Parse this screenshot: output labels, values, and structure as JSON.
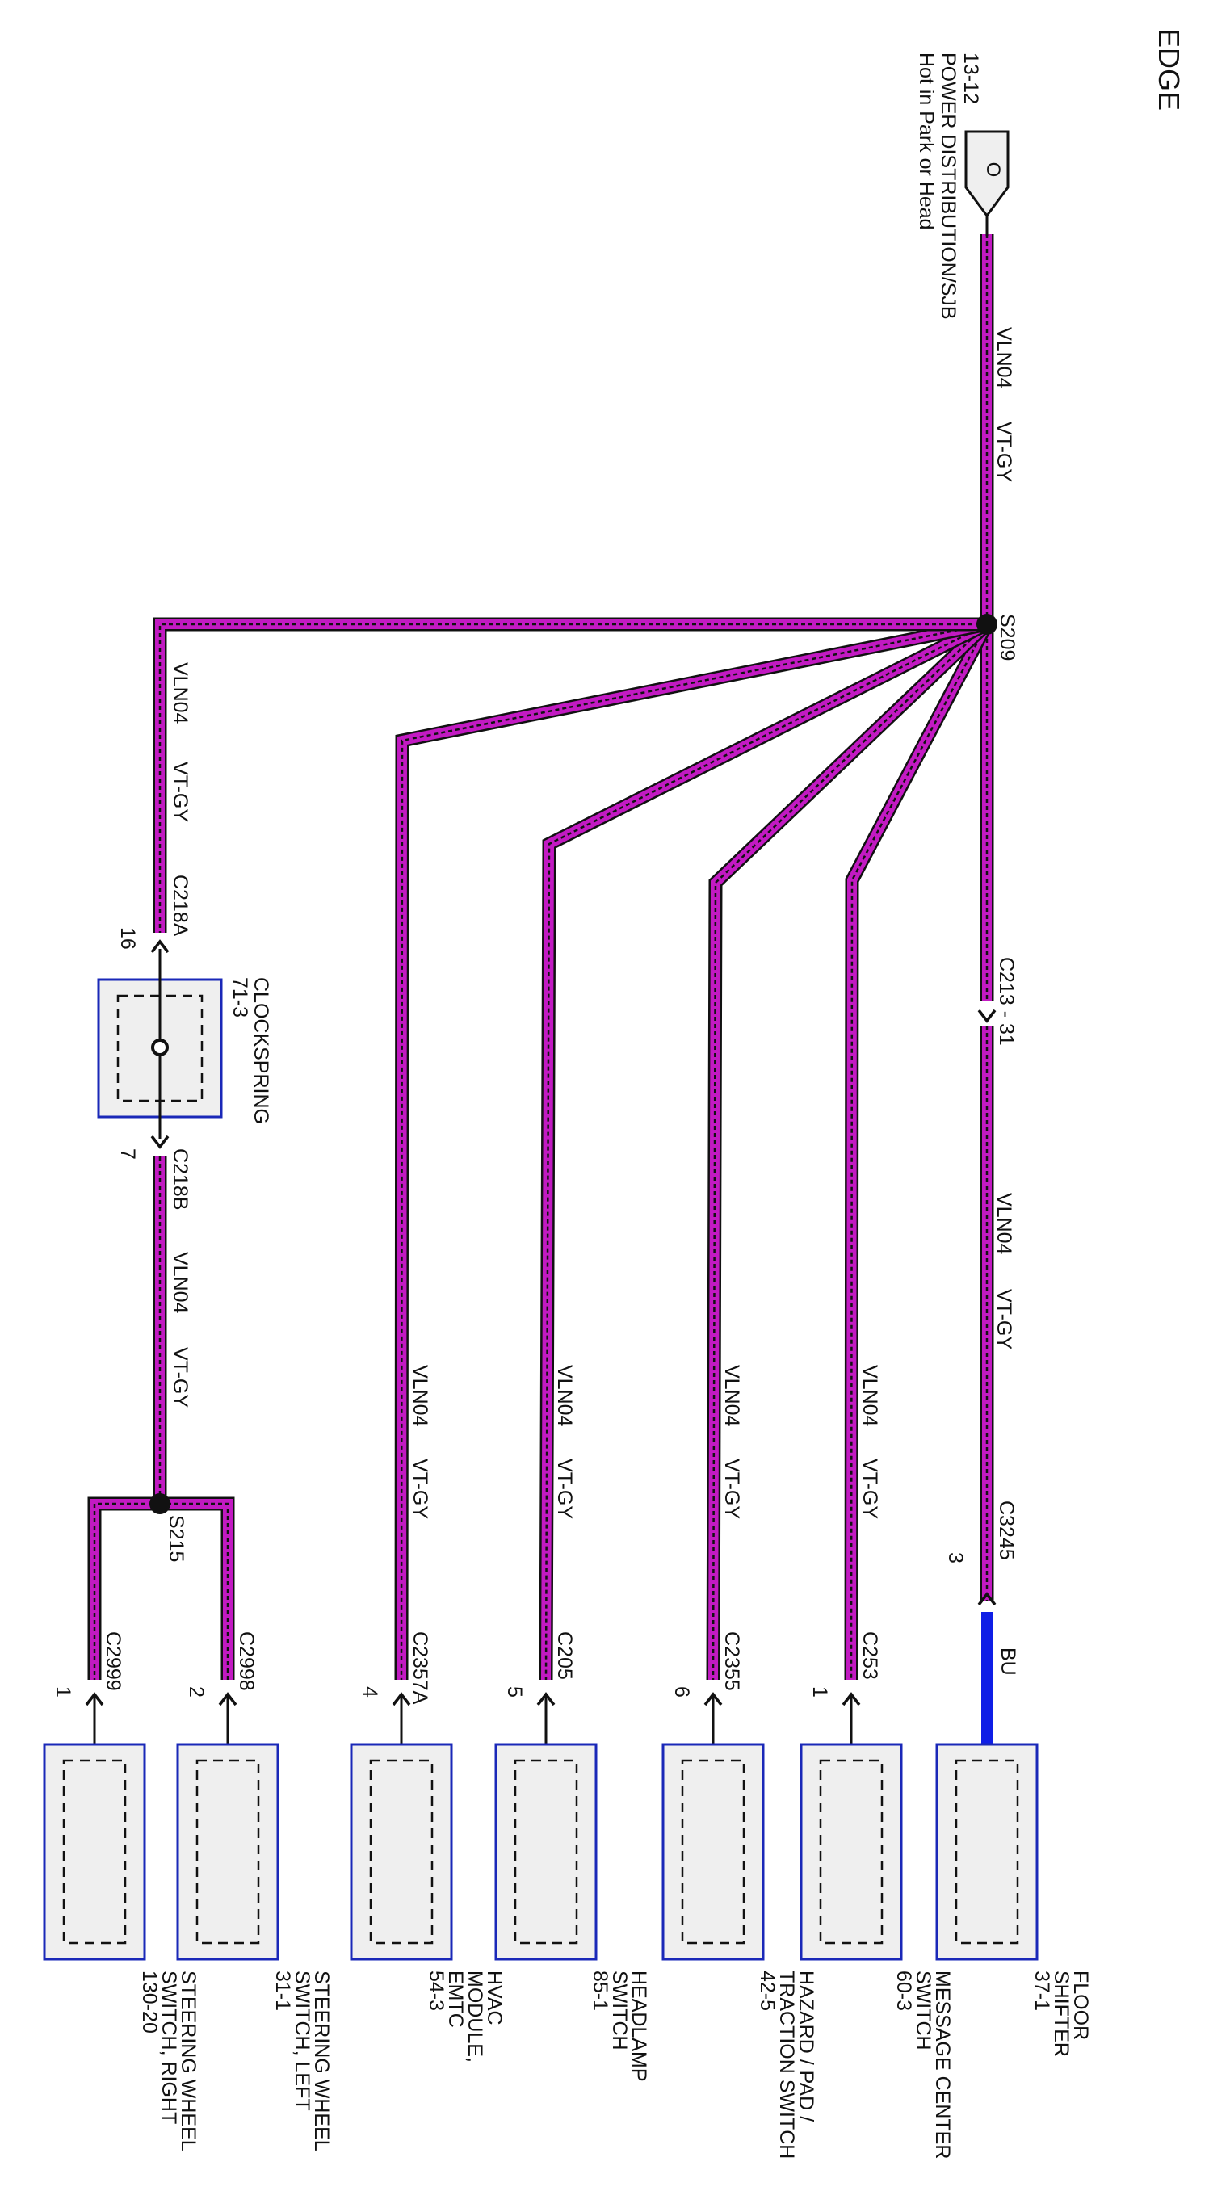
{
  "page": {
    "title": "EDGE"
  },
  "colors": {
    "violet": "#c21ac2",
    "blue": "#0f1ee6",
    "border": "#1a28b8",
    "fill": "#efefef",
    "core": "#111111"
  },
  "source": {
    "glyph": "O",
    "ref": "13-12",
    "name": "POWER DISTRIBUTION/SJB",
    "note": "Hot in Park or Head"
  },
  "trunk": {
    "circuit": "VLN04",
    "color_code": "VT-GY"
  },
  "splices": {
    "main": "S209",
    "secondary": "S215"
  },
  "clockspring": {
    "name": "CLOCKSPRING",
    "ref": "71-3",
    "in_connector": "C218A",
    "in_pin": "16",
    "out_connector": "C218B",
    "out_pin": "7"
  },
  "branches": [
    {
      "circuit": "VLN04",
      "color_code": "VT-GY",
      "inline_connector": "C213 - 31",
      "connector": "C3245",
      "pin": "3",
      "tail_color": "BU",
      "module": {
        "lines": [
          "FLOOR",
          "SHIFTER",
          "37-1"
        ]
      }
    },
    {
      "circuit": "VLN04",
      "color_code": "VT-GY",
      "connector": "C253",
      "pin": "1",
      "module": {
        "lines": [
          "MESSAGE CENTER",
          "SWITCH",
          "60-3"
        ]
      }
    },
    {
      "circuit": "VLN04",
      "color_code": "VT-GY",
      "connector": "C2355",
      "pin": "6",
      "module": {
        "lines": [
          "HAZARD / PAD /",
          "TRACTION SWITCH",
          "42-5"
        ]
      }
    },
    {
      "circuit": "VLN04",
      "color_code": "VT-GY",
      "connector": "C205",
      "pin": "5",
      "module": {
        "lines": [
          "HEADLAMP",
          "SWITCH",
          "85-1"
        ]
      }
    },
    {
      "circuit": "VLN04",
      "color_code": "VT-GY",
      "connector": "C2357A",
      "pin": "4",
      "module": {
        "lines": [
          "HVAC",
          "MODULE,",
          "EMTC",
          "54-3"
        ]
      }
    },
    {
      "circuit": "VLN04",
      "color_code": "VT-GY",
      "connector": "C2998",
      "pin": "2",
      "module": {
        "lines": [
          "STEERING WHEEL",
          "SWITCH, LEFT",
          "31-1"
        ]
      }
    },
    {
      "circuit": "VLN04",
      "color_code": "VT-GY",
      "connector": "C2999",
      "pin": "1",
      "module": {
        "lines": [
          "STEERING WHEEL",
          "SWITCH, RIGHT",
          "130-20"
        ]
      }
    }
  ]
}
